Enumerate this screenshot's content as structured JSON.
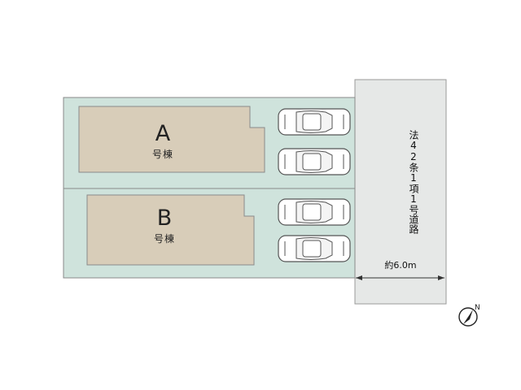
{
  "lots": [
    {
      "letter": "A",
      "sub": "号棟"
    },
    {
      "letter": "B",
      "sub": "号棟"
    }
  ],
  "road": {
    "label": "法42条1項1号道路",
    "width_label": "約6.0m"
  },
  "compass": {
    "letter": "N"
  },
  "colors": {
    "lot_fill": "#cfe3dc",
    "building_fill": "#d8cdb9",
    "road_fill": "#e6e8e7",
    "outline": "#8a8a8a"
  }
}
